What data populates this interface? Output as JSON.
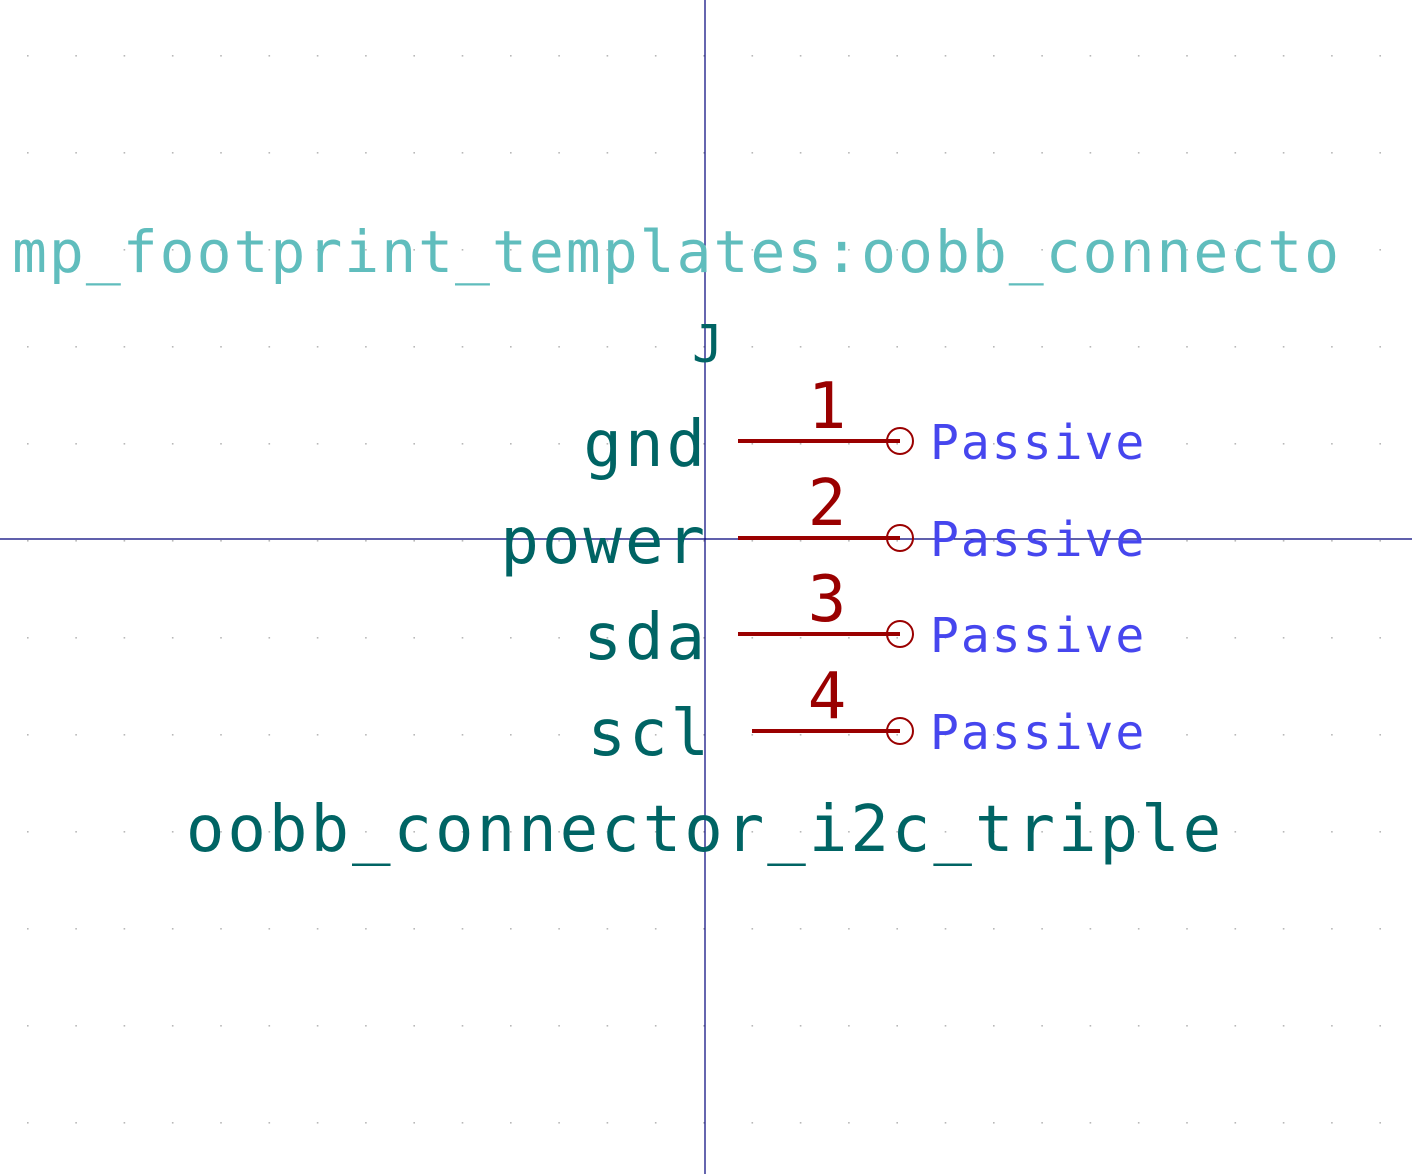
{
  "symbol": {
    "footprint": "mp_footprint_templates:oobb_connecto",
    "reference": "J",
    "value": "oobb_connector_i2c_triple"
  },
  "pins": [
    {
      "number": "1",
      "name": "gnd",
      "type": "Passive"
    },
    {
      "number": "2",
      "name": "power",
      "type": "Passive"
    },
    {
      "number": "3",
      "name": "sda",
      "type": "Passive"
    },
    {
      "number": "4",
      "name": "scl",
      "type": "Passive"
    }
  ],
  "colors": {
    "background": "#ffffff",
    "grid_dot": "#b8b8b8",
    "axis": "#00007a",
    "pin_line": "#9a0000",
    "pin_number": "#9a0000",
    "pin_name": "#006464",
    "pin_type": "#4646ee",
    "footprint_text": "#60bdbd",
    "reference_text": "#006464",
    "value_text": "#006464"
  }
}
